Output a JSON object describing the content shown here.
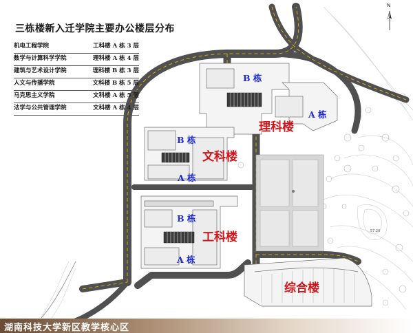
{
  "title": "三栋楼新入迁学院主要办公楼层分布",
  "departments": [
    {
      "name": "机电工程学院",
      "location": "工科楼 A 栋 3 层"
    },
    {
      "name": "数学与计算科学学院",
      "location": "理科楼 A 栋 4 层"
    },
    {
      "name": "建筑与艺术设计学院",
      "location": "理科楼 B 栋 3 层"
    },
    {
      "name": "人文与传播学院",
      "location": "文科楼 B 栋 5 层"
    },
    {
      "name": "马克思主义学院",
      "location": "文科楼 A 栋 5 层"
    },
    {
      "name": "法学与公共管理学院",
      "location": "文科楼 A 栋 4 层"
    }
  ],
  "buildings": {
    "science": {
      "name": "理科楼",
      "wing_a": "A 栋",
      "wing_b": "B 栋"
    },
    "liberal_arts": {
      "name": "文科楼",
      "wing_a": "A 栋",
      "wing_b": "B 栋"
    },
    "engineering": {
      "name": "工科楼",
      "wing_a": "A 栋",
      "wing_b": "B 栋"
    },
    "complex": {
      "name": "综合楼"
    }
  },
  "north_letter": "N",
  "elevation_mark": "57.20",
  "footer": "湖南科技大学新区教学核心区",
  "colors": {
    "road": "#505050",
    "road_line": "#f2c200",
    "building_name": "#d0161b",
    "wing_label": "#1f2bd6",
    "footer_bar": "#6a4c36"
  }
}
